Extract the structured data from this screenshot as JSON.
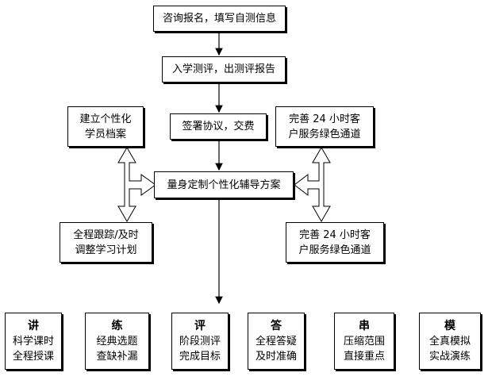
{
  "flow": {
    "step1": "咨询报名，填写自测信息",
    "step2": "入学测评，出测评报告",
    "step3": "签署协议，交费",
    "center": "量身定制个性化辅导方案"
  },
  "left": {
    "top": [
      "建立个性化",
      "学员档案"
    ],
    "bottom": [
      "全程跟踪/及时",
      "调整学习计划"
    ]
  },
  "right": {
    "top": [
      "完善 24 小时客",
      "户服务绿色通道"
    ],
    "bottom": [
      "完善 24 小时客",
      "户服务绿色通道"
    ]
  },
  "modules": [
    {
      "title": "讲",
      "lines": [
        "科学课时",
        "全程授课"
      ]
    },
    {
      "title": "练",
      "lines": [
        "经典选题",
        "查缺补漏"
      ]
    },
    {
      "title": "评",
      "lines": [
        "阶段测评",
        "完成目标"
      ]
    },
    {
      "title": "答",
      "lines": [
        "全程答疑",
        "及时准确"
      ]
    },
    {
      "title": "串",
      "lines": [
        "压缩范围",
        "直接重点"
      ]
    },
    {
      "title": "模",
      "lines": [
        "全真模拟",
        "实战演练"
      ]
    }
  ]
}
